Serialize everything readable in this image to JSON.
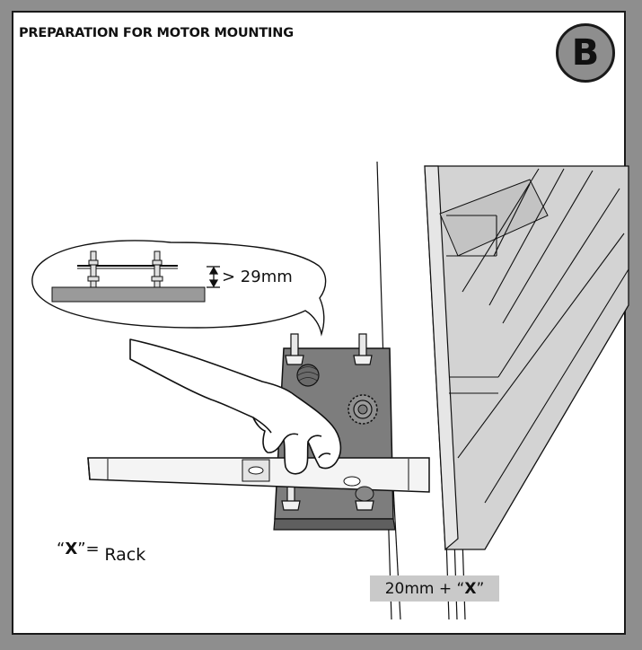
{
  "title": "PREPARATION FOR MOTOR MOUNTING",
  "badge": "B",
  "callout": {
    "measure": "> 29mm"
  },
  "legend": {
    "q1": "“",
    "x": "X",
    "q2": "”=",
    "text": "Rack"
  },
  "offset": {
    "base": "20mm + “ ",
    "x": "X",
    "q2": "”"
  },
  "colors": {
    "frame": "#8e8e8e",
    "gate": "#d3d3d3",
    "plate": "#7d7d7d",
    "label_bg": "#c9c9c9"
  },
  "icons": [
    "hand-icon",
    "spirit-level-icon",
    "gear-icon",
    "bolt-icon"
  ]
}
